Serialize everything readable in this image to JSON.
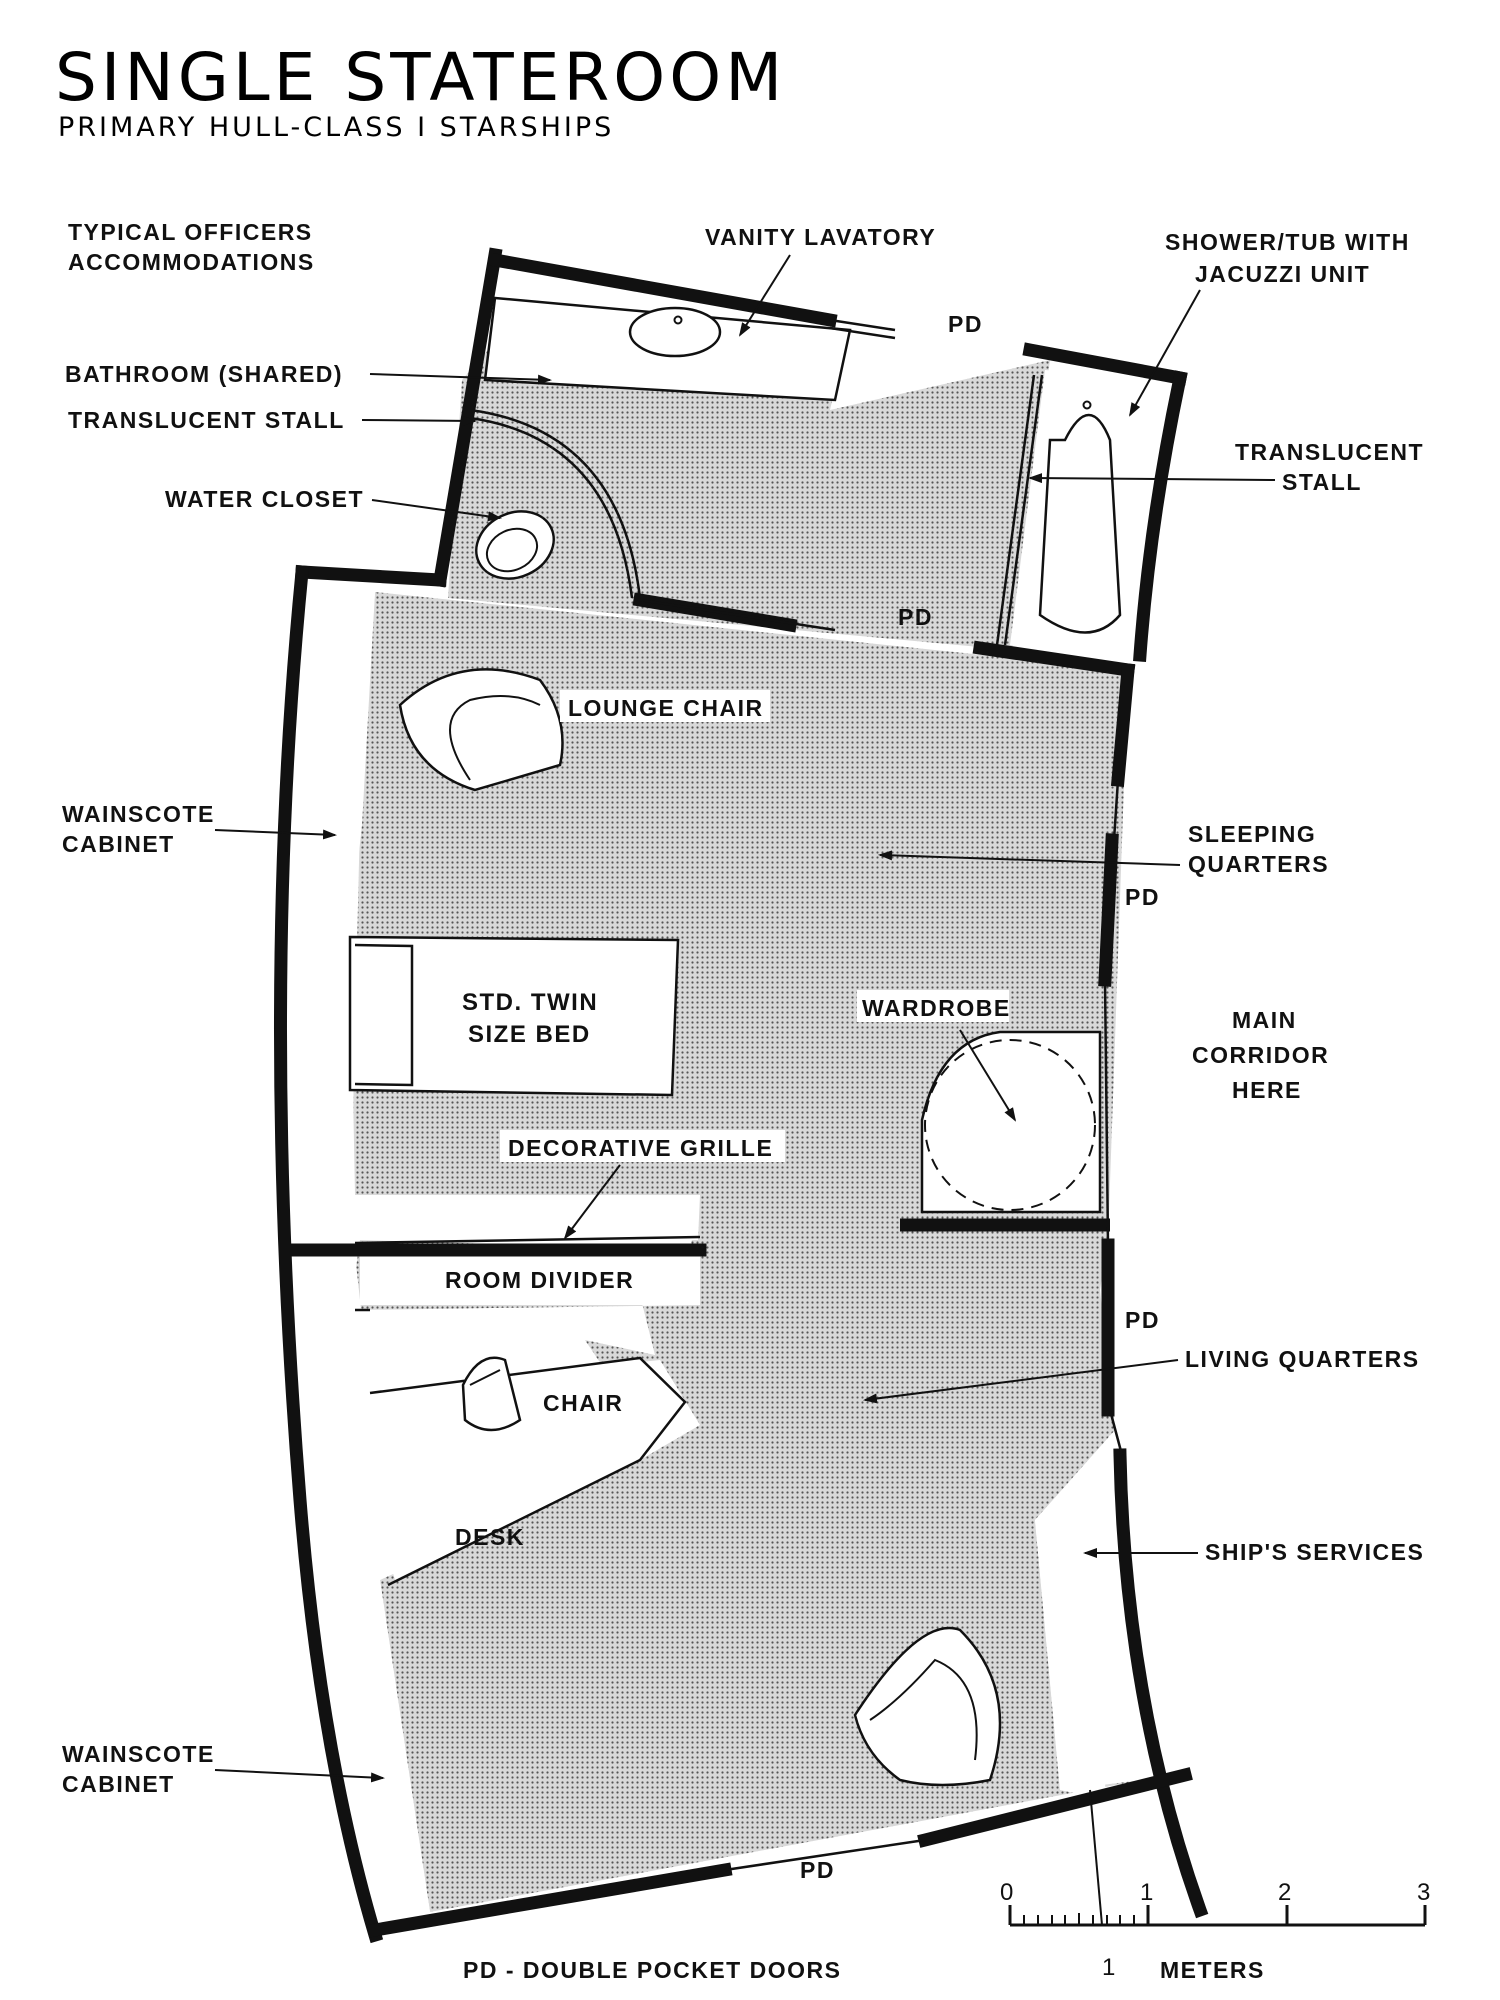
{
  "title": "SINGLE STATEROOM",
  "subtitle": "PRIMARY HULL-CLASS I STARSHIPS",
  "labels": {
    "typical_1": "TYPICAL OFFICERS",
    "typical_2": "ACCOMMODATIONS",
    "vanity": "VANITY LAVATORY",
    "shower_1": "SHOWER/TUB WITH",
    "shower_2": "JACUZZI UNIT",
    "bathroom": "BATHROOM (SHARED)",
    "translucent_left": "TRANSLUCENT STALL",
    "water_closet": "WATER CLOSET",
    "translucent_right_1": "TRANSLUCENT",
    "translucent_right_2": "STALL",
    "lounge_chair": "LOUNGE CHAIR",
    "wainscote_top_1": "WAINSCOTE",
    "wainscote_top_2": "CABINET",
    "sleeping_1": "SLEEPING",
    "sleeping_2": "QUARTERS",
    "bed_1": "STD. TWIN",
    "bed_2": "SIZE BED",
    "wardrobe": "WARDROBE",
    "corridor_1": "MAIN",
    "corridor_2": "CORRIDOR",
    "corridor_3": "HERE",
    "grille": "DECORATIVE GRILLE",
    "room_divider": "ROOM DIVIDER",
    "living": "LIVING QUARTERS",
    "chair": "CHAIR",
    "desk": "DESK",
    "ships_services": "SHIP'S SERVICES",
    "wainscote_bottom_1": "WAINSCOTE",
    "wainscote_bottom_2": "CABINET",
    "pd": "PD",
    "legend": "PD - DOUBLE POCKET DOORS",
    "meters": "METERS"
  },
  "scale": {
    "ticks": [
      "0",
      "1",
      "2",
      "3"
    ],
    "sub_tick": "1"
  }
}
